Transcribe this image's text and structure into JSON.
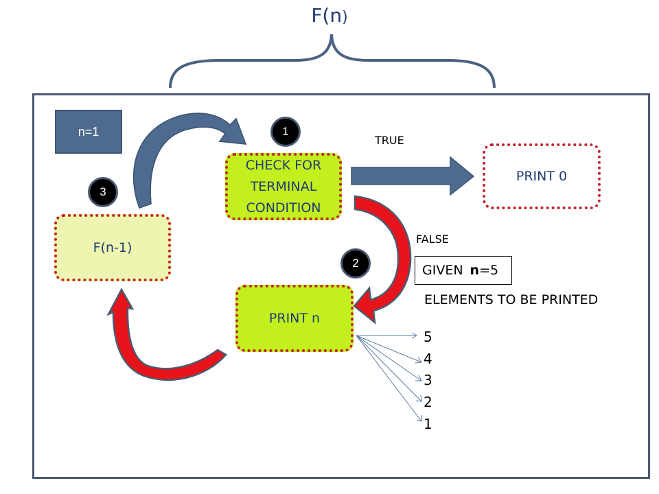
{
  "title": {
    "main": "F(n",
    "close_paren": ")"
  },
  "state_box": {
    "label": "n=1"
  },
  "nodes": {
    "check": {
      "lines": [
        "CHECK FOR",
        "TERMINAL",
        "CONDITION"
      ]
    },
    "print_zero": {
      "label": "PRINT 0"
    },
    "print_n": {
      "label": "PRINT n"
    },
    "recursive_call": {
      "label": "F(n-1)"
    }
  },
  "steps": [
    {
      "number": "1"
    },
    {
      "number": "2"
    },
    {
      "number": "3"
    }
  ],
  "branches": {
    "true_label": "TRUE",
    "false_label": "FALSE"
  },
  "given": {
    "prefix": "GIVEN",
    "var": "n",
    "value": "=5"
  },
  "elements_label": "ELEMENTS TO BE PRINTED",
  "printed_elements": [
    "5",
    "4",
    "3",
    "2",
    "1"
  ],
  "colors": {
    "arrow_blue": "#4e6a8e",
    "arrow_red": "#e8141b",
    "node_green": "#c3ef1f",
    "node_pale": "#eef5b0",
    "border_red_dotted": "#c0202a",
    "text_navy": "#1f3b73"
  }
}
